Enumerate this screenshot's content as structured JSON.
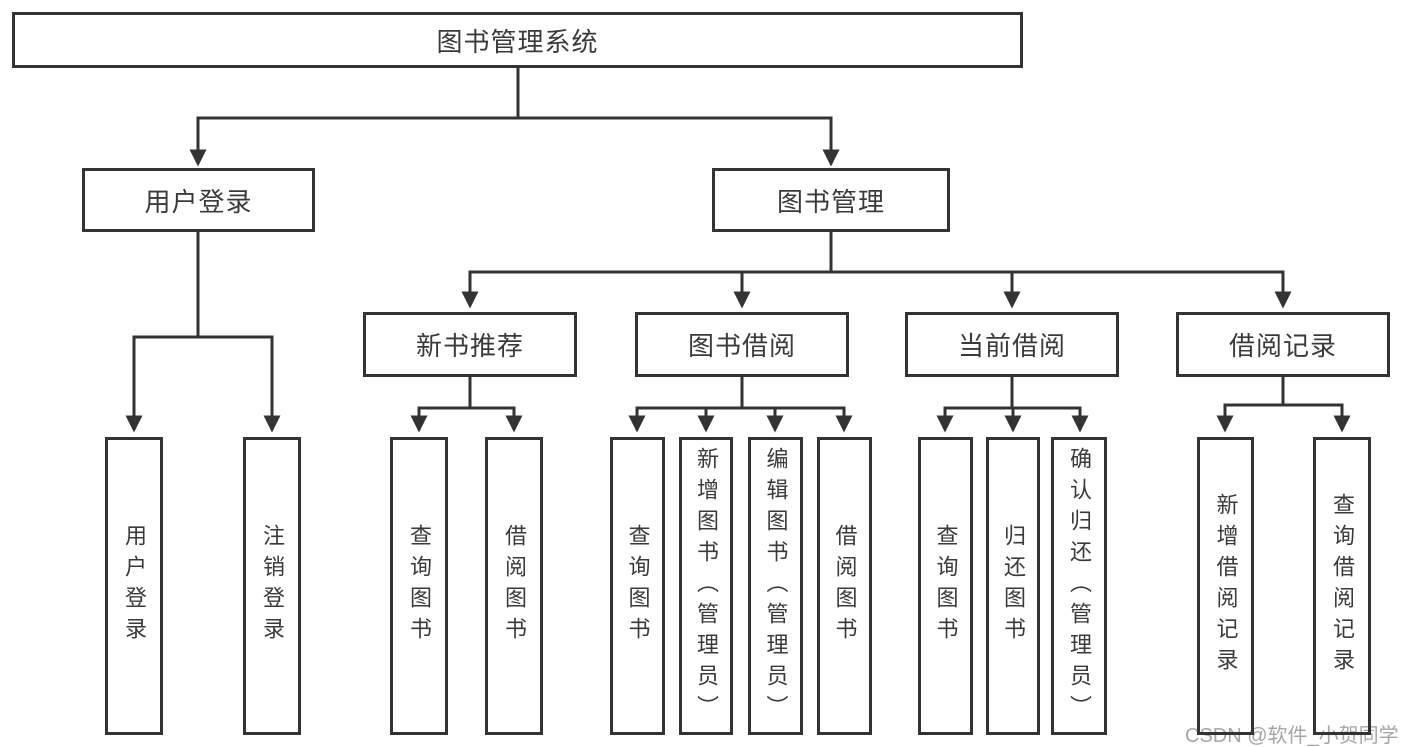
{
  "diagram": {
    "type": "hierarchy-tree",
    "root": {
      "label": "图书管理系统",
      "children": [
        {
          "label": "用户登录",
          "children": [
            {
              "label": "用户登录"
            },
            {
              "label": "注销登录"
            }
          ]
        },
        {
          "label": "图书管理",
          "children": [
            {
              "label": "新书推荐",
              "children": [
                {
                  "label": "查询图书"
                },
                {
                  "label": "借阅图书"
                }
              ]
            },
            {
              "label": "图书借阅",
              "children": [
                {
                  "label": "查询图书"
                },
                {
                  "label": "新增图书（管理员）"
                },
                {
                  "label": "编辑图书（管理员）"
                },
                {
                  "label": "借阅图书"
                }
              ]
            },
            {
              "label": "当前借阅",
              "children": [
                {
                  "label": "查询图书"
                },
                {
                  "label": "归还图书"
                },
                {
                  "label": "确认归还（管理员）"
                }
              ]
            },
            {
              "label": "借阅记录",
              "children": [
                {
                  "label": "新增借阅记录"
                },
                {
                  "label": "查询借阅记录"
                }
              ]
            }
          ]
        }
      ]
    }
  },
  "watermark": {
    "text": "CSDN @软件_小贺同学"
  },
  "colors": {
    "line": "#333333",
    "box_border": "#333333",
    "text": "#3a3a3a",
    "watermark": "#a6a6a6",
    "background": "#ffffff"
  }
}
